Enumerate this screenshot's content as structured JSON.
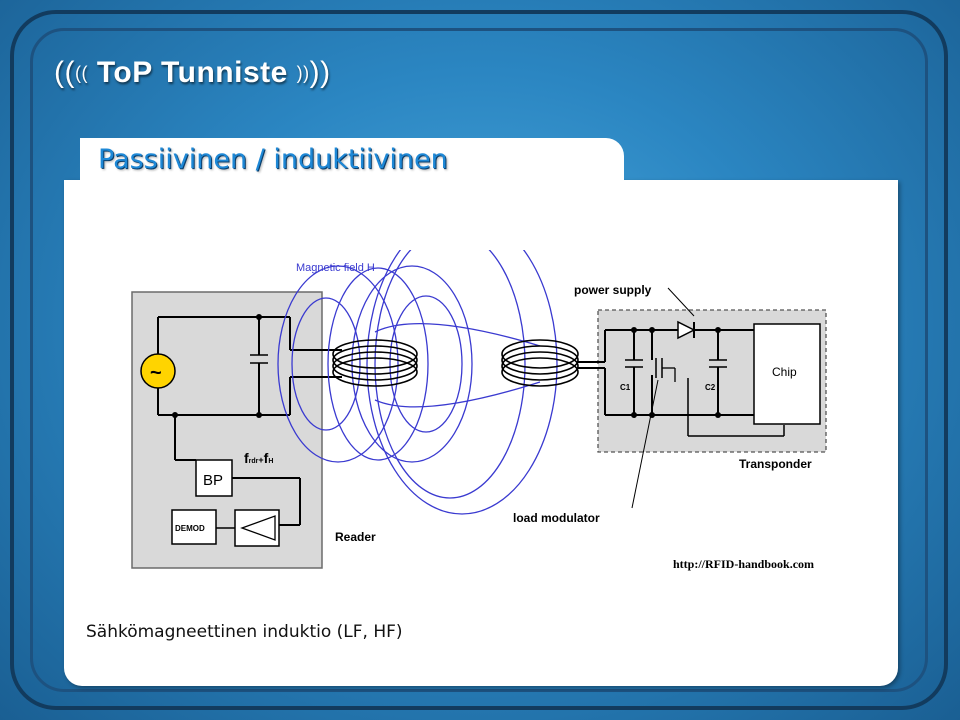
{
  "header": {
    "logo_text": "ToP Tunniste"
  },
  "slide": {
    "title": "Passiivinen / induktiivinen",
    "caption": "Sähkömagneettinen induktio (LF, HF)"
  },
  "diagram": {
    "magnetic_field_label": "Magnetic field  H",
    "power_supply_label": "power supply",
    "chip_label": "Chip",
    "c1_label": "C1",
    "c2_label": "C2",
    "transponder_label": "Transponder",
    "load_modulator_label": "load modulator",
    "reader_label": "Reader",
    "bp_label": "BP",
    "demod_label": "DEMOD",
    "freq_label": "f",
    "freq_sub": "rdr",
    "freq_mid": "+",
    "freq_label2": "f",
    "freq_sub2": "H",
    "source_symbol": "~",
    "url": "http://RFID-handbook.com"
  },
  "colors": {
    "background": "#2b86c2",
    "title": "#1e88d6",
    "field_lines": "#3a3ad0",
    "source_fill": "#ffd400"
  }
}
